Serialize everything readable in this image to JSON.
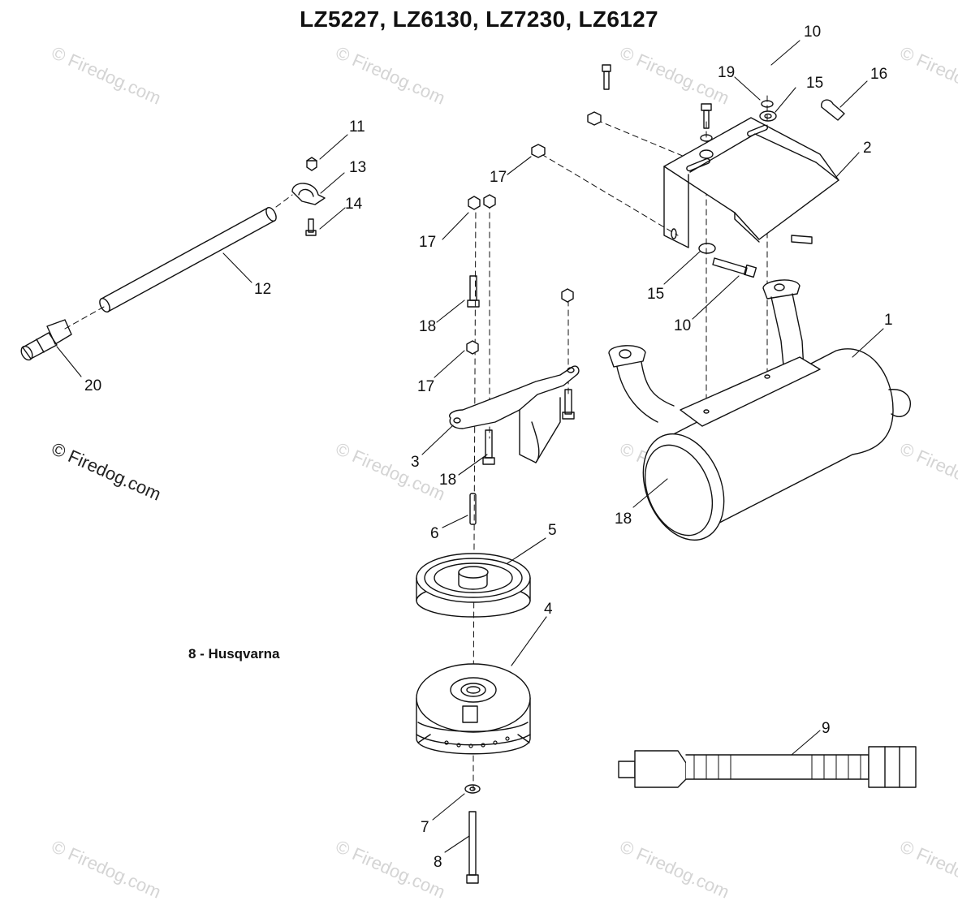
{
  "title": "LZ5227, LZ6130, LZ7230, LZ6127",
  "note": "8 - Husqvarna",
  "copyright": "© Firedog.com",
  "watermark": "© Firedog.com",
  "callouts": [
    {
      "id": "c10a",
      "text": "10"
    },
    {
      "id": "c19",
      "text": "19"
    },
    {
      "id": "c15a",
      "text": "15"
    },
    {
      "id": "c16",
      "text": "16"
    },
    {
      "id": "c2",
      "text": "2"
    },
    {
      "id": "c11",
      "text": "11"
    },
    {
      "id": "c13",
      "text": "13"
    },
    {
      "id": "c14",
      "text": "14"
    },
    {
      "id": "c17a",
      "text": "17"
    },
    {
      "id": "c17b",
      "text": "17"
    },
    {
      "id": "c12",
      "text": "12"
    },
    {
      "id": "c15b",
      "text": "15"
    },
    {
      "id": "c10b",
      "text": "10"
    },
    {
      "id": "c18a",
      "text": "18"
    },
    {
      "id": "c1",
      "text": "1"
    },
    {
      "id": "c20",
      "text": "20"
    },
    {
      "id": "c17c",
      "text": "17"
    },
    {
      "id": "c3",
      "text": "3"
    },
    {
      "id": "c18b",
      "text": "18"
    },
    {
      "id": "c18c",
      "text": "18"
    },
    {
      "id": "c6",
      "text": "6"
    },
    {
      "id": "c5",
      "text": "5"
    },
    {
      "id": "c4",
      "text": "4"
    },
    {
      "id": "c9",
      "text": "9"
    },
    {
      "id": "c7",
      "text": "7"
    },
    {
      "id": "c8",
      "text": "8"
    }
  ]
}
